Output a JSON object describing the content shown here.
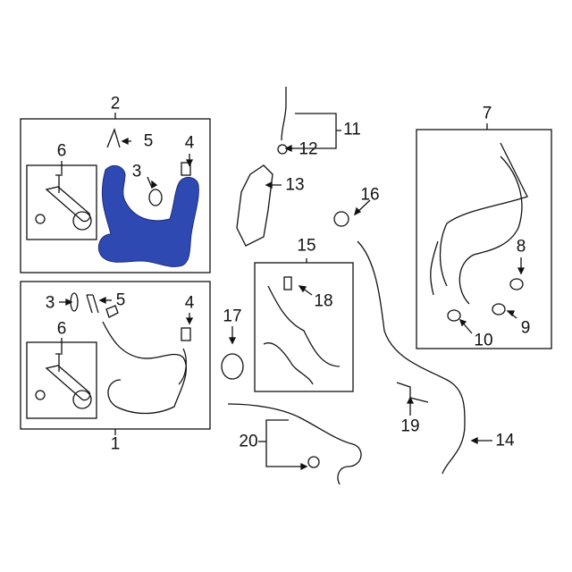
{
  "diagram": {
    "highlight_color": "#2f49b3",
    "callouts": [
      "1",
      "2",
      "3",
      "4",
      "5",
      "6",
      "7",
      "8",
      "9",
      "10",
      "11",
      "12",
      "13",
      "14",
      "15",
      "16",
      "17",
      "18",
      "19",
      "20"
    ],
    "upper_group": {
      "number": "2",
      "sub": {
        "three": "3",
        "four": "4",
        "five": "5",
        "six": "6"
      }
    },
    "lower_group": {
      "number": "1",
      "sub": {
        "three": "3",
        "four": "4",
        "five": "5",
        "six": "6"
      }
    }
  }
}
